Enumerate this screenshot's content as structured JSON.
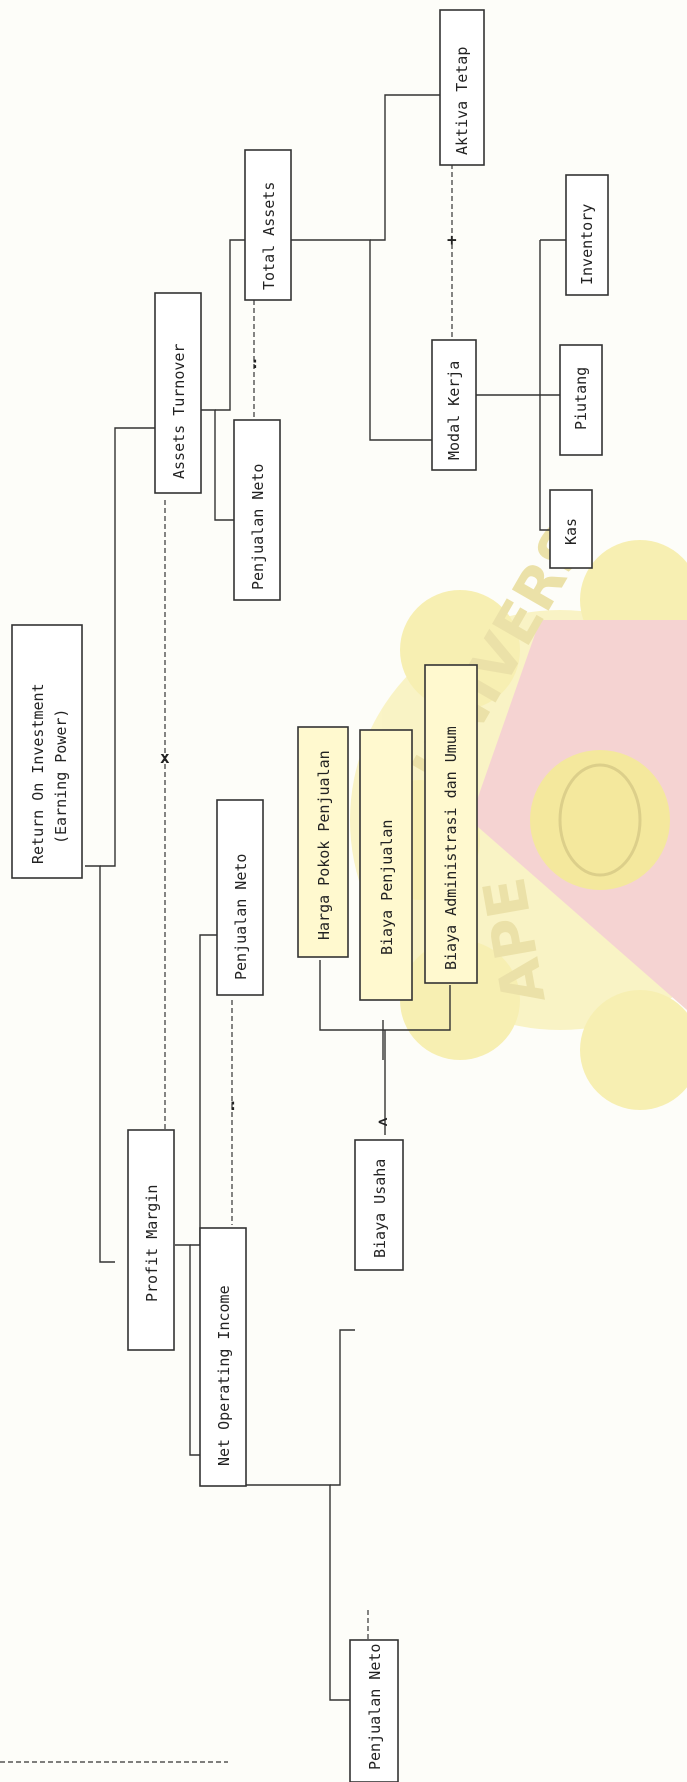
{
  "diagram": {
    "nodes": {
      "roi_line1": "Return On Investment",
      "roi_line2": "(Earning Power)",
      "profit_margin": "Profit Margin",
      "assets_turnover": "Assets Turnover",
      "net_operating_income": "Net Operating Income",
      "penjualan_neto_pm": "Penjualan Neto",
      "penjualan_neto_at": "Penjualan Neto",
      "total_assets": "Total Assets",
      "modal_kerja": "Modal Kerja",
      "aktiva_tetap": "Aktiva Tetap",
      "kas": "Kas",
      "piutang": "Piutang",
      "inventory": "Inventory",
      "penjualan_neto_noi": "Penjualan Neto",
      "biaya_usaha": "Biaya Usaha",
      "harga_pokok": "Harga Pokok Penjualan",
      "biaya_penjualan": "Biaya  Penjualan",
      "biaya_admin": "Biaya Administrasi dan Umum"
    },
    "operators": {
      "multiply": "x",
      "divide_pm": ":",
      "divide_at": ":",
      "plus": "+",
      "minus": "-",
      "less_than": "<"
    },
    "watermark": {
      "text": "UNIVERS",
      "text2": "APE",
      "colors": {
        "petal": "#f6eda6",
        "triangle": "#f2c2c2",
        "emblem": "#e7dc86"
      }
    }
  }
}
